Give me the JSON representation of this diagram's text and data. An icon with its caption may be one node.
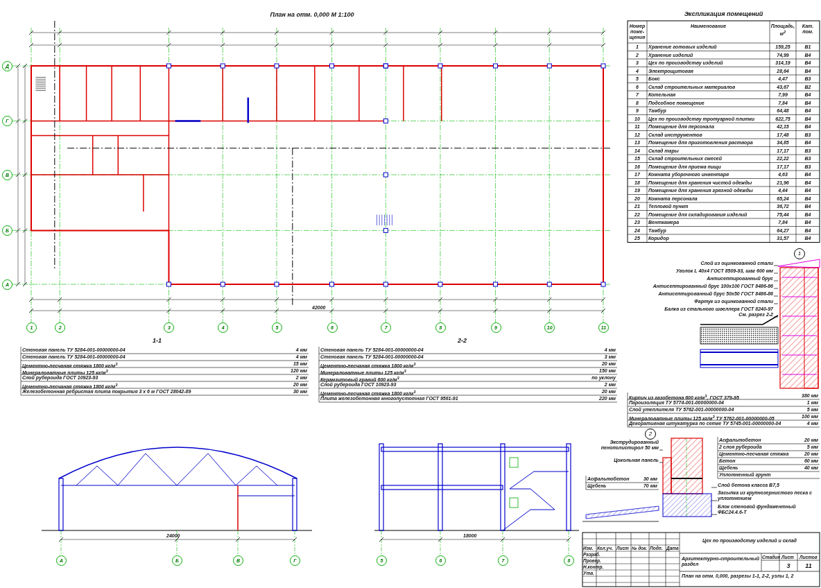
{
  "diagram": {
    "title": "План на отм. 0,000 М 1:100",
    "nodes": [
      {
        "text": [
          "Слой из оцинкованной стали"
        ]
      },
      {
        "text": [
          "Уголок L 40х4 ГОСТ 8509-93, шаг 600 мм"
        ]
      },
      {
        "text": [
          "Антисептированный брус"
        ]
      },
      {
        "text": [
          "Антисептированный брус 100х100 ГОСТ 8486-86"
        ]
      },
      {
        "text": [
          "Антисептированный брус 50х50 ГОСТ 8486-86"
        ]
      },
      {
        "text": [
          "Фартук из оцинкованной стали"
        ]
      },
      {
        "text": [
          "Балка из стального швеллера ГОСТ 8240-97",
          "См. разрез 2-2"
        ]
      },
      {
        "text": [
          "Экструдированный пенополистирол 50 мм"
        ]
      },
      {
        "text": [
          "Цокольная панель"
        ]
      },
      {
        "text": [
          "Слой бетона класса В7,5"
        ]
      },
      {
        "text": [
          "Засыпка из крупнозернистого песка с уплотнением"
        ]
      },
      {
        "text": [
          "Блок стеновой фундаментный ФБС24.4.6-Т"
        ]
      },
      {
        "text": [],
        "shape": "picture"
      },
      {
        "text": [],
        "shape": "picture"
      }
    ],
    "edges": [
      {
        "from": 0,
        "to": 12,
        "arrow": "none"
      },
      {
        "from": 1,
        "to": 12,
        "arrow": "none"
      },
      {
        "from": 2,
        "to": 12,
        "arrow": "none"
      },
      {
        "from": 3,
        "to": 12,
        "arrow": "none"
      },
      {
        "from": 4,
        "to": 12,
        "arrow": "none"
      },
      {
        "from": 5,
        "to": 12,
        "arrow": "none"
      },
      {
        "from": 6,
        "to": 12,
        "arrow": "none"
      },
      {
        "from": 7,
        "to": 13,
        "arrow": "none"
      },
      {
        "from": 8,
        "to": 13,
        "arrow": "none"
      },
      {
        "from": 9,
        "to": 13,
        "arrow": "none"
      },
      {
        "from": 10,
        "to": 13,
        "arrow": "none"
      },
      {
        "from": 11,
        "to": 13,
        "arrow": "none"
      }
    ],
    "labels": [
      "Экспликация помещений",
      "Номер поме-щения",
      "Наименование",
      "Площадь, м$^{2}$",
      "Кат. пом.",
      "1",
      "Хранение готовых изделий",
      "159,25",
      "В1",
      "2",
      "Хранение изделий",
      "74,99",
      "В4",
      "3",
      "Цех по производству изделий",
      "314,19",
      "В4",
      "4",
      "Электрощитовая",
      "28,64",
      "В4",
      "5",
      "Бокс",
      "4,47",
      "В3",
      "6",
      "Склад строительных материалов",
      "43,67",
      "В2",
      "7",
      "Котельная",
      "7,99",
      "В4",
      "8",
      "Подсобное помещение",
      "7,84",
      "В4",
      "9",
      "Тамбур",
      "64,48",
      "В4",
      "10",
      "Цех по производству тротуарной плитки",
      "622,75",
      "В4",
      "11",
      "Помещение для персонала",
      "42,15",
      "В4",
      "12",
      "Склад инструментов",
      "17,48",
      "В3",
      "13",
      "Помещение для приготовления раствора",
      "34,85",
      "В4",
      "14",
      "Склад тары",
      "17,17",
      "В3",
      "15",
      "Склад строительных смесей",
      "22,22",
      "В3",
      "16",
      "Помещение для приема пищи",
      "17,17",
      "В3",
      "17",
      "Комната уборочного инвентаря",
      "4,63",
      "В4",
      "18",
      "Помещение для хранения чистой одежды",
      "21,96",
      "В4",
      "19",
      "Помещение для хранения грязной одежды",
      "4,44",
      "В4",
      "20",
      "Комната персонала",
      "65,24",
      "В4",
      "21",
      "Тепловой пункт",
      "36,72",
      "В4",
      "22",
      "Помещение для складирования изделий",
      "75,44",
      "В4",
      "23",
      "Венткамера",
      "7,84",
      "В4",
      "24",
      "Тамбур",
      "64,27",
      "В4",
      "25",
      "Коридор",
      "31,57",
      "В4",
      "1-1",
      "Стеновая панель ТУ 5284-001-00000000-04",
      "4 мм",
      "Стеновая панель ТУ 5284-001-00000000-04",
      "4 мм",
      "Цементно-песчаная стяжка 1800 кг/м$^{3}$",
      "15 мм",
      "Минераловатные плиты 125 кг/м$^{3}$",
      "120 мм",
      "Слой рубероида ГОСТ 10923-93",
      "2 мм",
      "Цементно-песчаная стяжка 1800 кг/м$^{3}$",
      "20 мм",
      "Железобетонная ребристая плита покрытия 3 х 6 м ГОСТ 28042-89",
      "30 мм",
      "2-2",
      "Стеновая панель ТУ 5284-001-00000000-04",
      "4 мм",
      "Стеновая панель ТУ 5284-001-00000000-04",
      "3 мм",
      "Цементно-песчаная стяжка 1800 кг/м$^{3}$",
      "20 мм",
      "Минераловатные плиты 125 кг/м$^{3}$",
      "150 мм",
      "Керамзитовый гравий 600 кг/м$^{3}$",
      "по уклону",
      "Слой рубероида ГОСТ 10923-93",
      "2 мм",
      "Цементно-песчаная стяжка 1800 кг/м$^{3}$",
      "20 мм",
      "Плита железобетонная многопустотная ГОСТ 9561-91",
      "220 мм",
      "Кирпич из газобетона 600 кг/м$^{3}$, ГОСТ 379-95",
      "380 мм",
      "Пароизоляция ТУ 5774-001-00000000-04",
      "1 мм",
      "Слой утеплителя ТУ 5762-001-00000000-04",
      "5 мм",
      "Минераловатные плиты 125 кг/м$^{3}$ ТУ 5762-001-00000000-05",
      "100 мм",
      "Декоративная штукатурка по сетке ТУ 5745-001-00000000-04",
      "4 мм",
      "Асфальтобетон",
      "20 мм",
      "2 слоя рубероида",
      "5 мм",
      "Цементно-песчаная стяжка",
      "20 мм",
      "Бетон",
      "60 мм",
      "Щебень",
      "40 мм",
      "Уплотненный грунт",
      "Асфальтобетон",
      "30 мм",
      "Щебень",
      "70 мм",
      "1",
      "2",
      "А",
      "Б",
      "В",
      "Г",
      "Д",
      "1",
      "2",
      "3",
      "4",
      "5",
      "6",
      "7",
      "8",
      "9",
      "10",
      "11",
      "42000",
      "А",
      "Б",
      "В",
      "Г",
      "24000",
      "5",
      "6",
      "7",
      "8",
      "18000",
      "Изм.",
      "Кол.уч.",
      "Лист",
      "№ док.",
      "Подп.",
      "Дата",
      "Разраб.",
      "Провер.",
      "Н.контр.",
      "Утв.",
      "Цех по производству изделий и склад",
      "Архитектурно-строительный раздел",
      "Стадия",
      "Лист",
      "Листов",
      "3",
      "11",
      "План на отм. 0,000, разрезы 1-1, 2-2, узлы 1, 2"
    ]
  }
}
